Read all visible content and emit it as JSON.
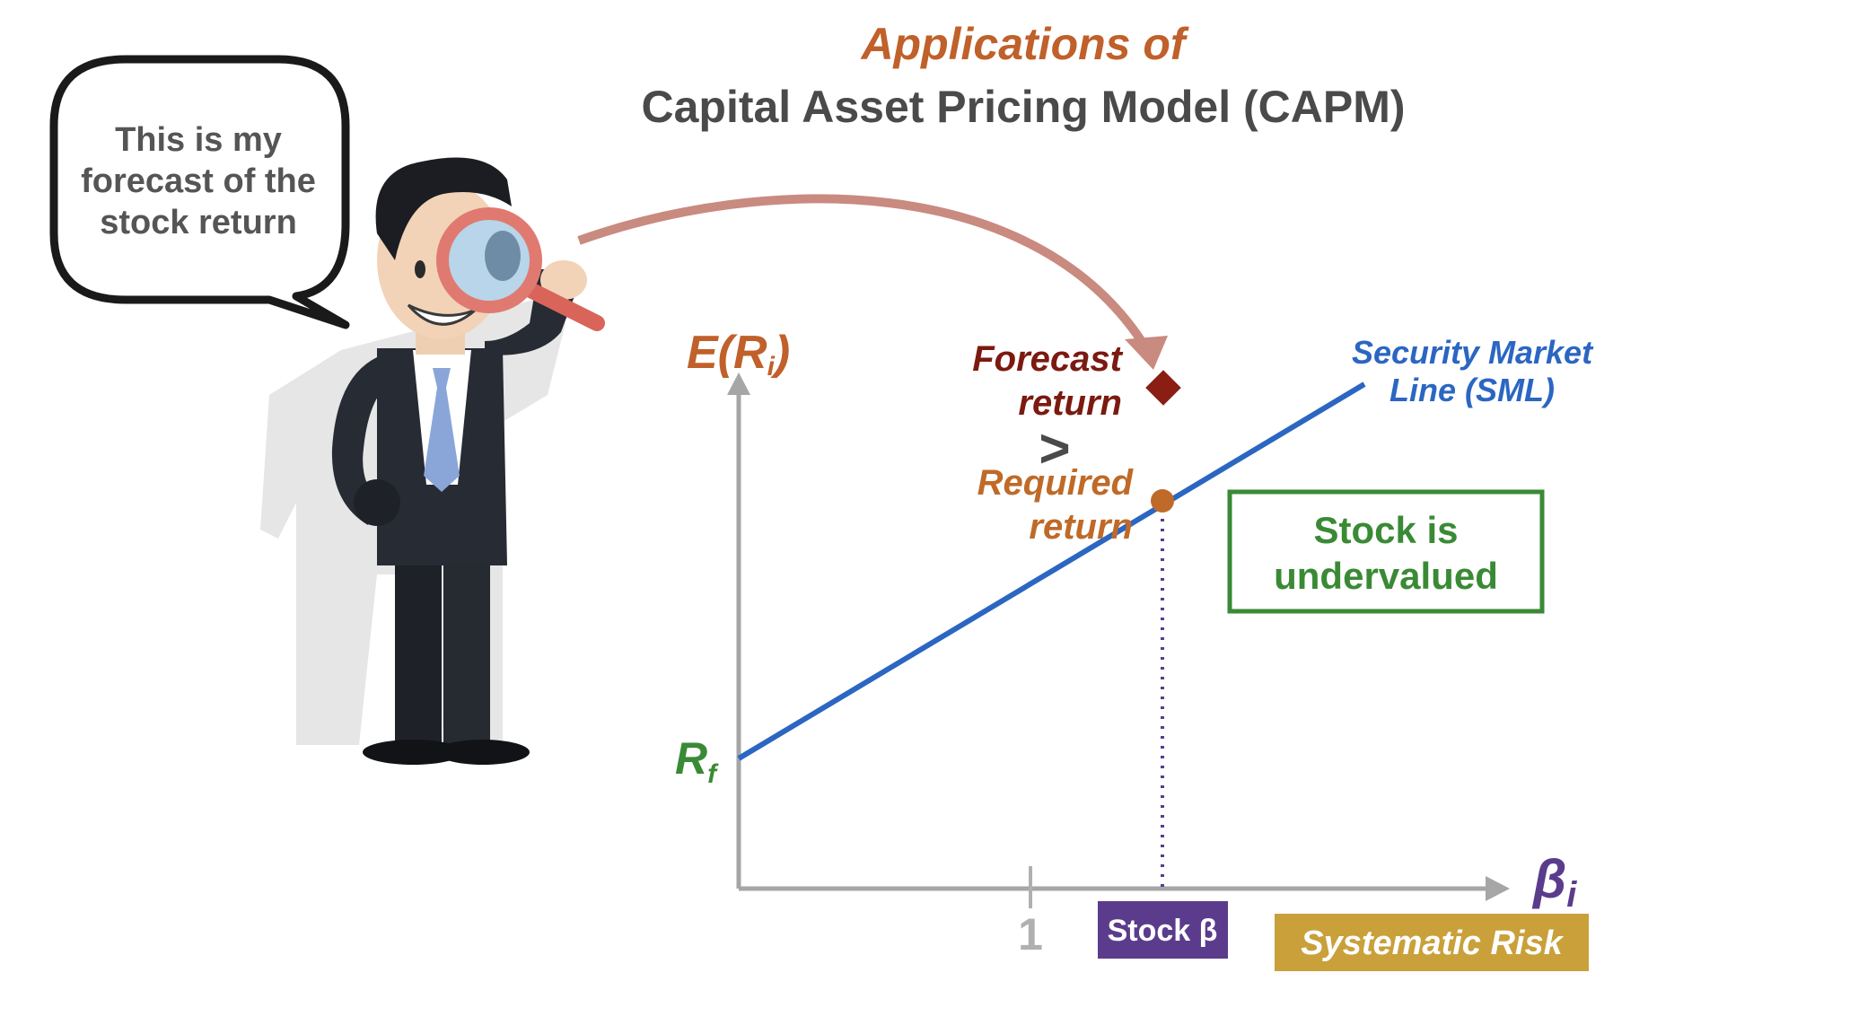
{
  "title": {
    "line1": "Applications of",
    "line2": "Capital Asset Pricing Model (CAPM)"
  },
  "speech_bubble": {
    "line1": "This is my",
    "line2": "forecast of the",
    "line3": "stock return"
  },
  "axes": {
    "y_label_prefix": "E(R",
    "y_label_sub": "i",
    "y_label_suffix": ")",
    "x_label_main": "β",
    "x_label_sub": "i",
    "rf_main": "R",
    "rf_sub": "f",
    "tick_one": "1"
  },
  "annotations": {
    "forecast_line1": "Forecast",
    "forecast_line2": "return",
    "greater_than": ">",
    "required_line1": "Required",
    "required_line2": "return",
    "sml_line1": "Security Market",
    "sml_line2": "Line (SML)",
    "undervalued_line1": "Stock is",
    "undervalued_line2": "undervalued",
    "stock_beta": "Stock β",
    "systematic_risk": "Systematic Risk"
  },
  "colors": {
    "title_accent": "#c0602a",
    "title_main": "#4a4a4a",
    "sml_blue": "#2b66c2",
    "axis_gray": "#a6a6a6",
    "forecast_red": "#7a1a10",
    "required_orange": "#bf6a28",
    "green": "#3a8a35",
    "purple": "#5b3c8c",
    "gold": "#c9a03a",
    "arrow_pink": "#c98a80"
  }
}
